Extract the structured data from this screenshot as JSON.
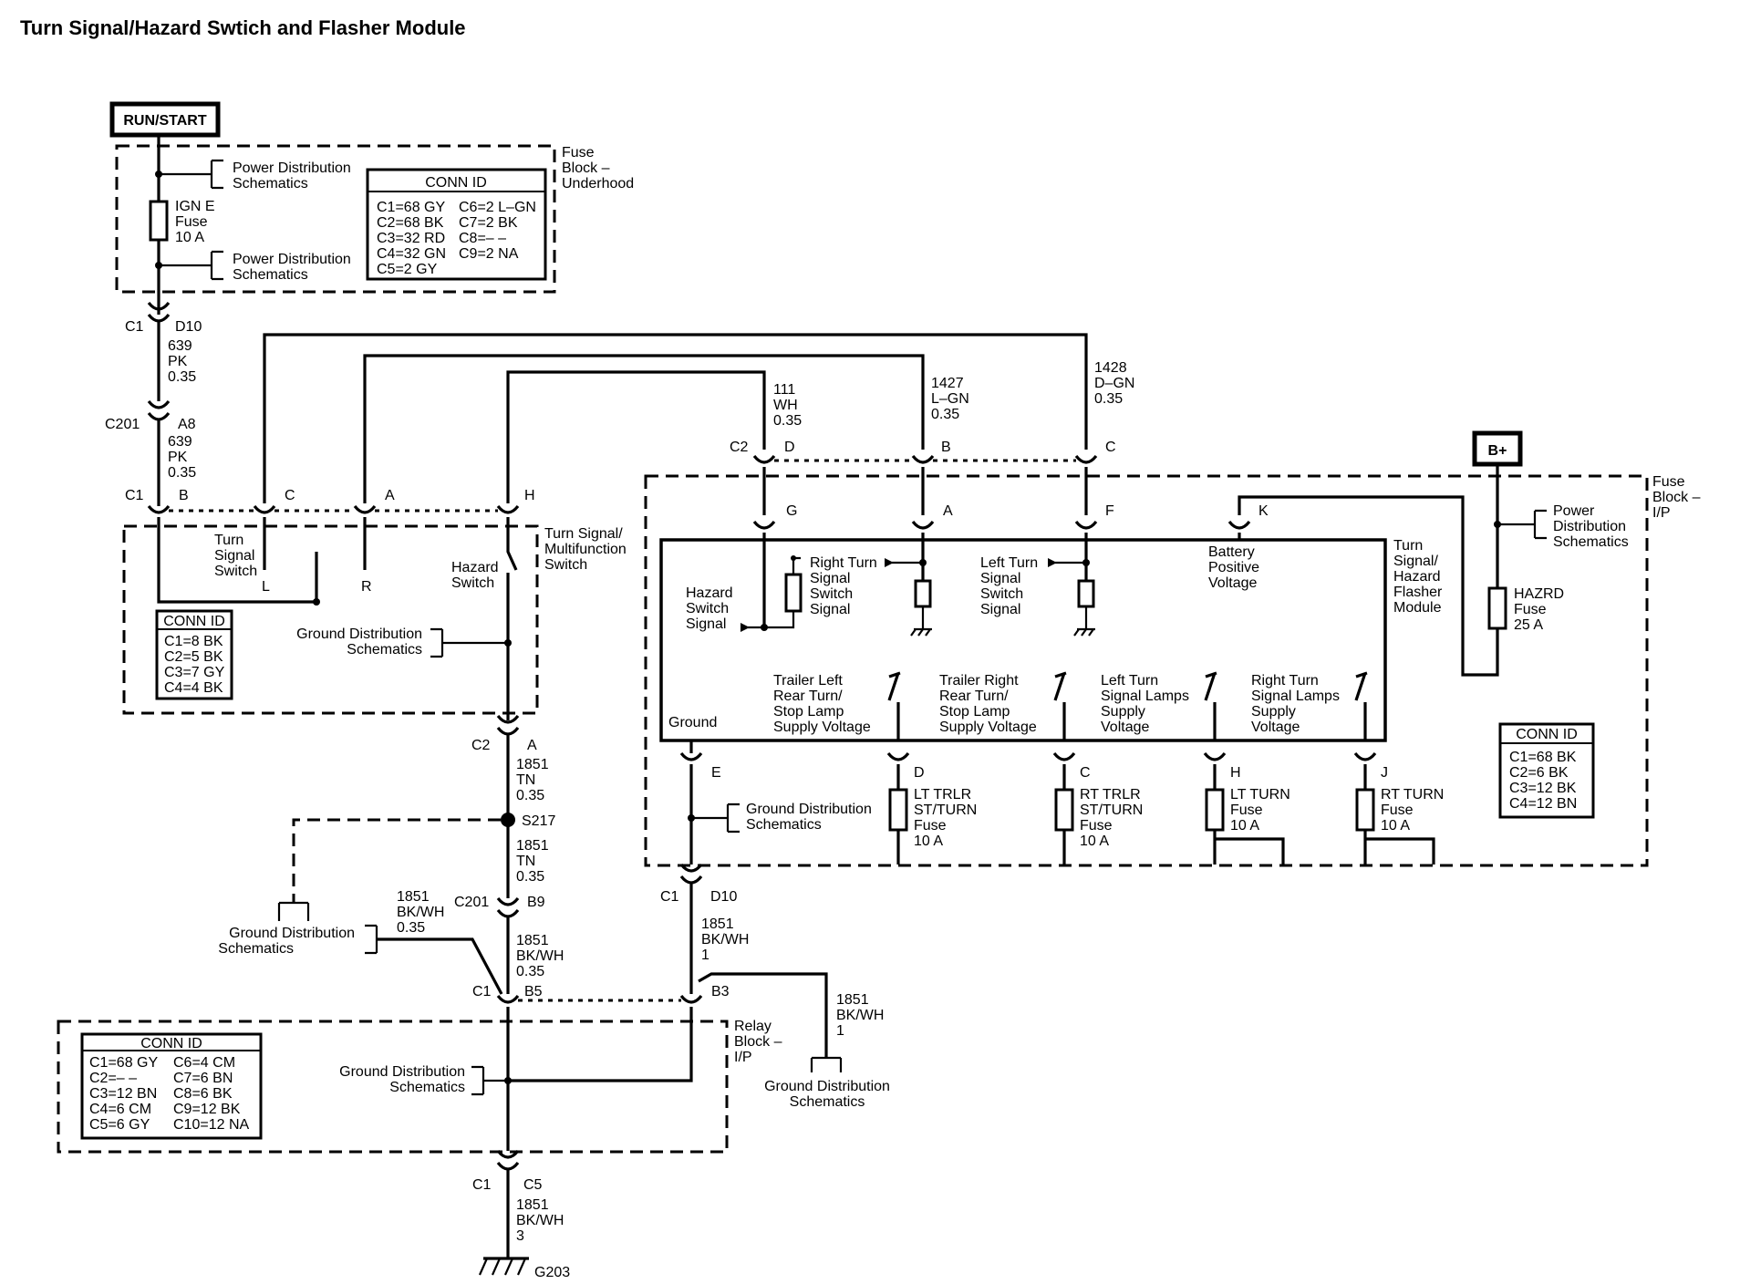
{
  "title": "Turn Signal/Hazard Swtich and Flasher Module",
  "power": {
    "run_start": "RUN/START",
    "bplus": "B+"
  },
  "fuse_block_uh": {
    "label": [
      "Fuse",
      "Block –",
      "Underhood"
    ],
    "pd1": [
      "Power Distribution",
      "Schematics"
    ],
    "pd2": [
      "Power Distribution",
      "Schematics"
    ],
    "fuse": [
      "IGN E",
      "Fuse",
      "10 A"
    ],
    "conn_title": "CONN ID",
    "conn": [
      "C1=68 GY",
      "C6=2 L–GN",
      "C2=68 BK",
      "C7=2 BK",
      "C3=32 RD",
      "C8=– –",
      "C4=32 GN",
      "C9=2 NA",
      "C5=2 GY"
    ]
  },
  "wire639": {
    "c1": "C1",
    "d10": "D10",
    "w1": [
      "639",
      "PK",
      "0.35"
    ],
    "c201": "C201",
    "a8": "A8",
    "w2": [
      "639",
      "PK",
      "0.35"
    ]
  },
  "switch": {
    "pins": {
      "c1": "C1",
      "b": "B",
      "c": "C",
      "a": "A",
      "h": "H"
    },
    "label": [
      "Turn Signal/",
      "Multifunction",
      "Switch"
    ],
    "turn": [
      "Turn",
      "Signal",
      "Switch"
    ],
    "l": "L",
    "r": "R",
    "hazard": [
      "Hazard",
      "Switch"
    ],
    "gnd": [
      "Ground Distribution",
      "Schematics"
    ],
    "conn_title": "CONN ID",
    "conn": [
      "C1=8 BK",
      "C2=5 BK",
      "C3=7 GY",
      "C4=4 BK"
    ]
  },
  "wires_top": {
    "w111": [
      "111",
      "WH",
      "0.35"
    ],
    "w1427": [
      "1427",
      "L–GN",
      "0.35"
    ],
    "w1428": [
      "1428",
      "D–GN",
      "0.35"
    ],
    "c2": "C2",
    "d": "D",
    "b": "B",
    "c": "C"
  },
  "flasher": {
    "label": [
      "Turn",
      "Signal/",
      "Hazard",
      "Flasher",
      "Module"
    ],
    "pins": {
      "g": "G",
      "a": "A",
      "f": "F",
      "k": "K"
    },
    "hazard_sig": [
      "Hazard",
      "Switch",
      "Signal"
    ],
    "right_sig": [
      "Right Turn",
      "Signal",
      "Switch",
      "Signal"
    ],
    "left_sig": [
      "Left Turn",
      "Signal",
      "Switch",
      "Signal"
    ],
    "battery": [
      "Battery",
      "Positive",
      "Voltage"
    ],
    "ground": "Ground",
    "trl_left": [
      "Trailer Left",
      "Rear Turn/",
      "Stop Lamp",
      "Supply Voltage"
    ],
    "trl_right": [
      "Trailer Right",
      "Rear Turn/",
      "Stop Lamp",
      "Supply Voltage"
    ],
    "lt_lamps": [
      "Left Turn",
      "Signal Lamps",
      "Supply",
      "Voltage"
    ],
    "rt_lamps": [
      "Right Turn",
      "Signal Lamps",
      "Supply",
      "Voltage"
    ]
  },
  "fuse_block_ip": {
    "label": [
      "Fuse",
      "Block –",
      "I/P"
    ],
    "pd": [
      "Power",
      "Distribution",
      "Schematics"
    ],
    "hazrd": [
      "HAZRD",
      "Fuse",
      "25 A"
    ],
    "pin_e": "E",
    "pin_d": "D",
    "pin_c": "C",
    "pin_h": "H",
    "pin_j": "J",
    "gnd": [
      "Ground Distribution",
      "Schematics"
    ],
    "f_lt_trlr": [
      "LT TRLR",
      "ST/TURN",
      "Fuse",
      "10 A"
    ],
    "f_rt_trlr": [
      "RT TRLR",
      "ST/TURN",
      "Fuse",
      "10 A"
    ],
    "f_lt_turn": [
      "LT TURN",
      "Fuse",
      "10 A"
    ],
    "f_rt_turn": [
      "RT TURN",
      "Fuse",
      "10 A"
    ],
    "conn_title": "CONN ID",
    "conn": [
      "C1=68 BK",
      "C2=6 BK",
      "C3=12 BK",
      "C4=12 BN"
    ]
  },
  "lower": {
    "c2": "C2",
    "a": "A",
    "w1851a": [
      "1851",
      "TN",
      "0.35"
    ],
    "s217": "S217",
    "w1851b": [
      "1851",
      "TN",
      "0.35"
    ],
    "c201": "C201",
    "b9": "B9",
    "w_bkwh_l": [
      "1851",
      "BK/WH",
      "0.35"
    ],
    "gnd_left": [
      "Ground Distribution",
      "Schematics"
    ],
    "w_bkwh_c": [
      "1851",
      "BK/WH",
      "0.35"
    ],
    "c1": "C1",
    "b5": "B5",
    "b3": "B3",
    "c1_d10": "C1",
    "d10": "D10",
    "w_bkwh_m": [
      "1851",
      "BK/WH",
      "1"
    ],
    "w_bkwh_r": [
      "1851",
      "BK/WH",
      "1"
    ],
    "gnd_right": [
      "Ground Distribution",
      "Schematics"
    ],
    "relay_label": [
      "Relay",
      "Block –",
      "I/P"
    ],
    "relay_gnd": [
      "Ground Distribution",
      "Schematics"
    ],
    "relay_conn_title": "CONN ID",
    "relay_conn": [
      "C1=68 GY",
      "C6=4 CM",
      "C2=– –",
      "C7=6 BN",
      "C3=12 BN",
      "C8=6 BK",
      "C4=6 CM",
      "C9=12 BK",
      "C5=6 GY",
      "C10=12 NA"
    ],
    "c1_bot": "C1",
    "c5": "C5",
    "w_bot": [
      "1851",
      "BK/WH",
      "3"
    ],
    "g203": "G203"
  }
}
